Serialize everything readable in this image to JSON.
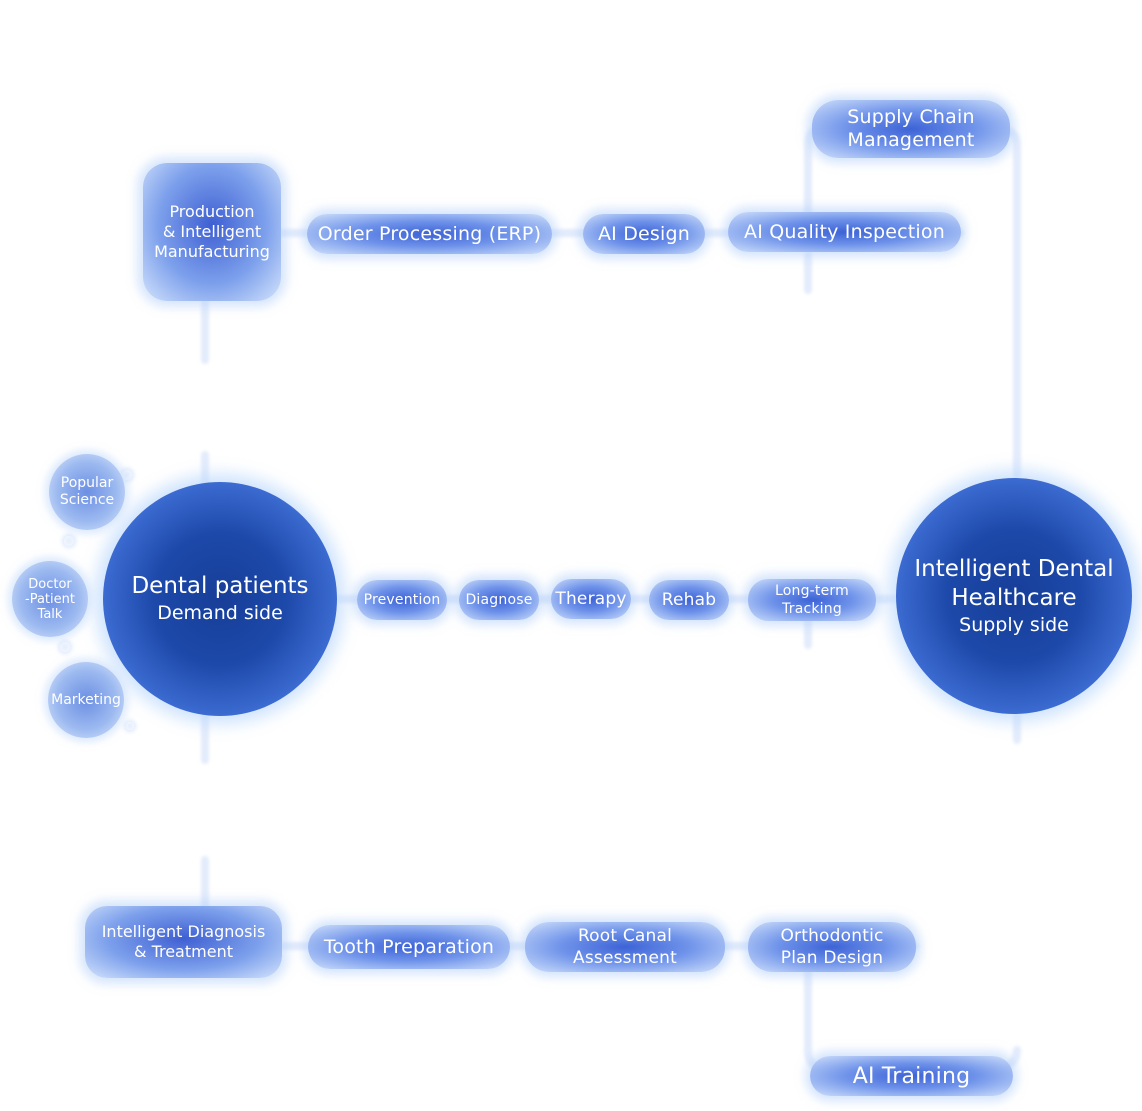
{
  "patients_hub": {
    "title": "Dental patients",
    "subtitle": "Demand side"
  },
  "supply_hub": {
    "title_line1": "Intelligent Dental",
    "title_line2": "Healthcare",
    "subtitle": "Supply side"
  },
  "engagement": {
    "popular_science": [
      "Popular",
      "Science"
    ],
    "doctor_patient_talk": [
      "Doctor",
      "-Patient",
      "Talk"
    ],
    "marketing": "Marketing"
  },
  "care_flow": [
    "Prevention",
    "Diagnose",
    "Therapy",
    "Rehab"
  ],
  "long_term_tracking": [
    "Long-term",
    "Tracking"
  ],
  "production": {
    "title": [
      "Production",
      "& Intelligent",
      "Manufacturing"
    ],
    "steps": [
      "Order Processing (ERP)",
      "AI Design",
      "AI Quality Inspection"
    ],
    "supply_chain": [
      "Supply Chain",
      "Management"
    ]
  },
  "diagnosis": {
    "title": [
      "Intelligent Diagnosis",
      "& Treatment"
    ],
    "tooth_preparation": "Tooth Preparation",
    "root_canal": [
      "Root Canal",
      "Assessment"
    ],
    "orthodontic": [
      "Orthodontic",
      "Plan Design"
    ],
    "ai_training": "AI Training"
  },
  "colors": {
    "hub_core": "#173e98",
    "pill_core": "#3d63d6",
    "connector": "#e3ecfc",
    "background": "#ffffff"
  }
}
